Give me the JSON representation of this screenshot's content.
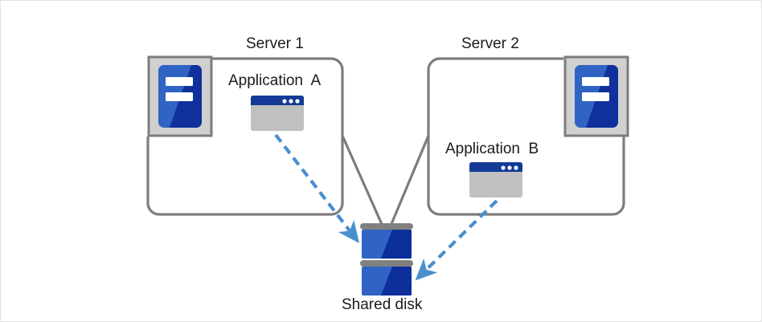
{
  "diagram": {
    "title": "Shared disk cluster diagram",
    "colors": {
      "box_border": "#7d7d7d",
      "connector_line": "#7d7d7d",
      "dashed_arrow": "#4a8fcd",
      "server_icon_frame": "#d0d0d0",
      "server_icon_frame_border": "#7d7d7d",
      "server_icon_blue_light": "#2f63c4",
      "server_icon_blue_dark": "#10319b",
      "app_titlebar": "#123a96",
      "app_body": "#c0c0c0",
      "disk_blue_light": "#2f63c4",
      "disk_blue_dark": "#0c2f9c",
      "disk_bar": "#808080",
      "page_border": "#e3e3e3",
      "text": "#1a1a1a"
    },
    "labels": {
      "server_1": "Server 1",
      "server_2": "Server 2",
      "application_a": "Application  A",
      "application_b": "Application  B",
      "shared_disk": "Shared disk"
    },
    "nodes": [
      {
        "id": "server-1",
        "label": "Server 1",
        "icon": "server-icon",
        "icon_position": "top-left",
        "contains": "Application  A"
      },
      {
        "id": "server-2",
        "label": "Server 2",
        "icon": "server-icon",
        "icon_position": "top-right",
        "contains": "Application  B"
      },
      {
        "id": "shared-disk",
        "label": "Shared disk",
        "icon": "disk-stack-icon",
        "platters": 2
      }
    ],
    "connections": [
      {
        "from": "server-1",
        "to": "shared-disk",
        "style": "solid",
        "color": "#7d7d7d",
        "arrow": false
      },
      {
        "from": "server-2",
        "to": "shared-disk",
        "style": "solid",
        "color": "#7d7d7d",
        "arrow": false
      },
      {
        "from": "application-a",
        "to": "shared-disk",
        "style": "dashed",
        "color": "#4a8fcd",
        "arrow": true
      },
      {
        "from": "application-b",
        "to": "shared-disk",
        "style": "dashed",
        "color": "#4a8fcd",
        "arrow": true
      }
    ]
  }
}
